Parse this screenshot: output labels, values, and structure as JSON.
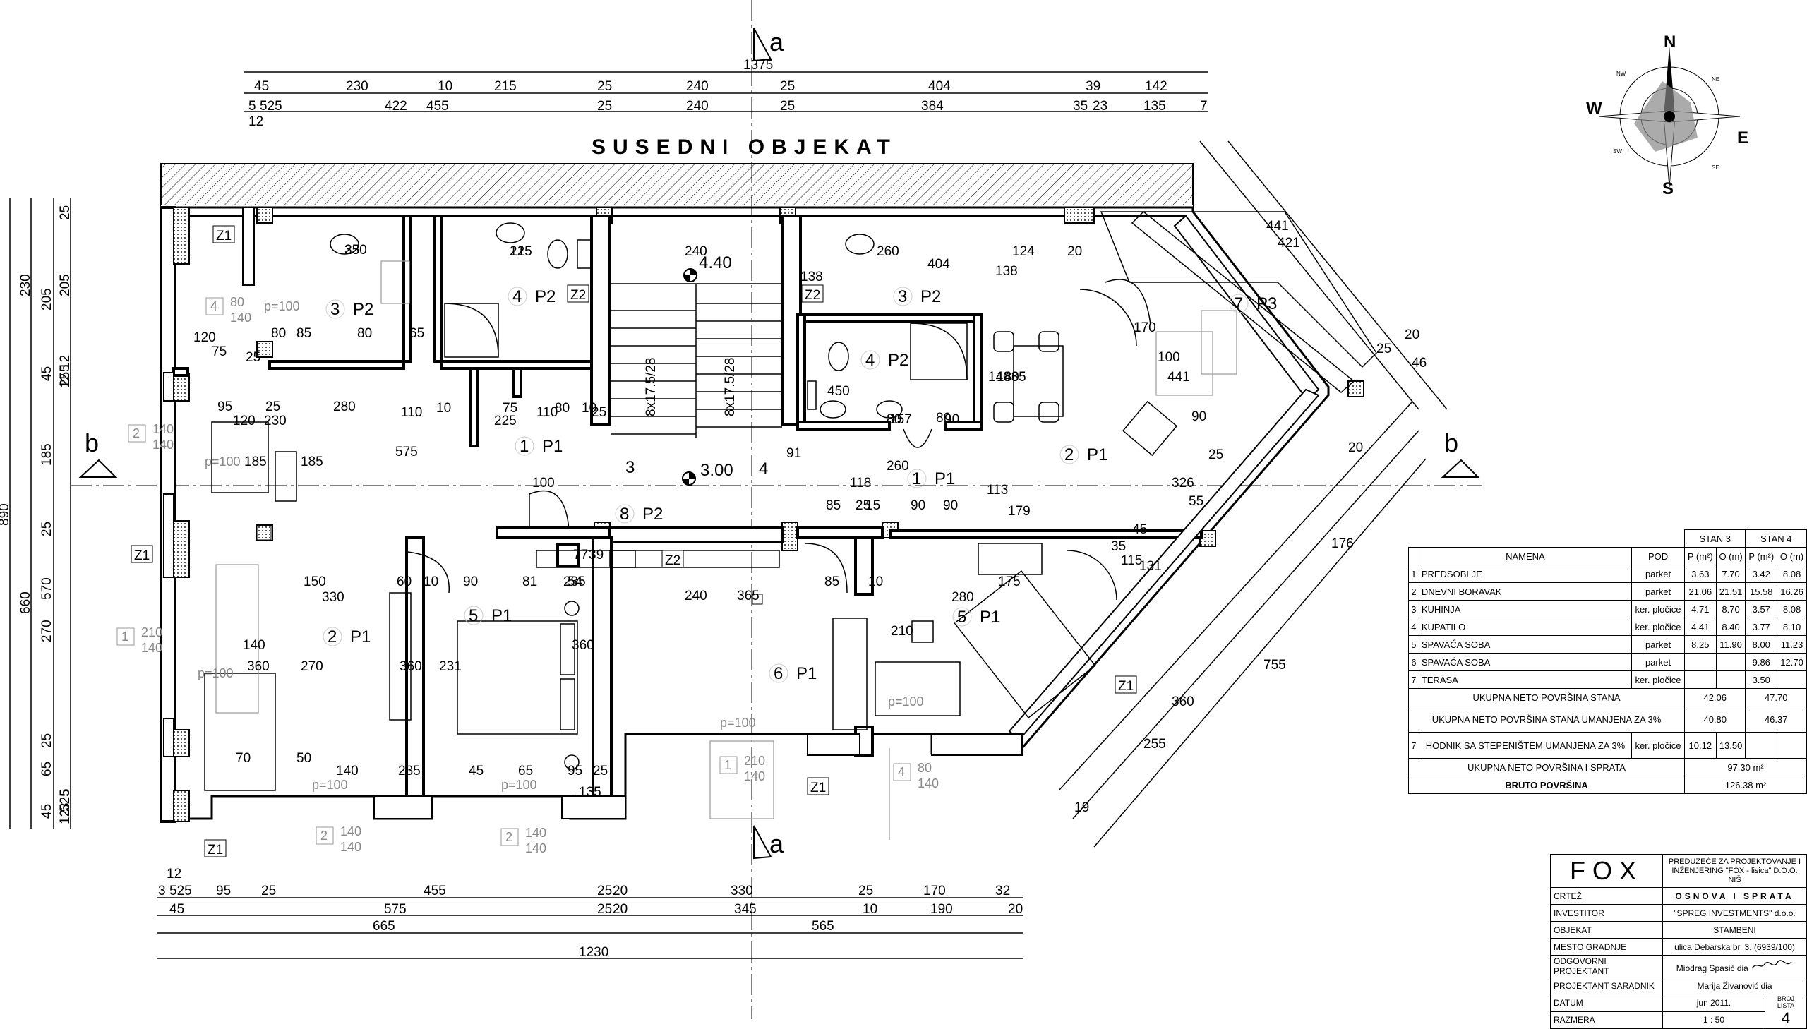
{
  "sheet": {
    "neighbor_label": "SUSEDNI OBJEKAT",
    "section_a": "a",
    "section_b": "b",
    "north": "N",
    "south": "S",
    "east": "E",
    "west": "W",
    "compass_ne": "NE",
    "compass_nw": "NW",
    "compass_se": "SE",
    "compass_sw": "SW"
  },
  "top_dims": {
    "total": "1375",
    "row1": [
      "45",
      "230",
      "10",
      "215",
      "25",
      "240",
      "25",
      "404",
      "39",
      "142"
    ],
    "row2": [
      "525",
      "422",
      "455",
      "25",
      "240",
      "25",
      "384",
      "35",
      "23",
      "135",
      "7"
    ],
    "row2_lead": "5",
    "small_12": "12"
  },
  "bottom_dims": {
    "row0": "12",
    "row1": [
      "3",
      "525",
      "95",
      "25",
      "455",
      "25",
      "20",
      "330",
      "25",
      "170",
      "32"
    ],
    "row2": [
      "45",
      "575",
      "25",
      "20",
      "345",
      "10",
      "190",
      "20"
    ],
    "row3": [
      "665",
      "565"
    ],
    "total": "1230"
  },
  "left_dims": {
    "outer": [
      "230",
      "660"
    ],
    "overall": "890",
    "mid": [
      "205",
      "45",
      "185",
      "25",
      "570",
      "270",
      "25",
      "65",
      "45"
    ],
    "inner": [
      "25",
      "205",
      "255",
      "12",
      "12",
      "5",
      "3",
      "525",
      "12"
    ]
  },
  "rooms": [
    {
      "id": "3",
      "code": "P2"
    },
    {
      "id": "4",
      "code": "P2"
    },
    {
      "id": "1",
      "code": "P1"
    },
    {
      "id": "2",
      "code": "P1"
    },
    {
      "id": "5",
      "code": "P1"
    },
    {
      "id": "8",
      "code": "P2"
    },
    {
      "id": "3",
      "code": "P2"
    },
    {
      "id": "4",
      "code": "P2"
    },
    {
      "id": "1",
      "code": "P1"
    },
    {
      "id": "2",
      "code": "P1"
    },
    {
      "id": "5",
      "code": "P1"
    },
    {
      "id": "6",
      "code": "P1"
    },
    {
      "id": "7",
      "code": "P3"
    }
  ],
  "levels": [
    "4.40",
    "3.00"
  ],
  "stairs": [
    "8x17.5/28",
    "8x17.5/28"
  ],
  "stair_nums": [
    "3",
    "4"
  ],
  "markers": [
    "Z1",
    "Z2",
    "Z2",
    "Z2",
    "Z1",
    "Z1",
    "Z1",
    "Z1",
    "Z2"
  ],
  "interior_dims": [
    "230",
    "215",
    "240",
    "260",
    "124",
    "20",
    "404",
    "138",
    "138",
    "120",
    "75",
    "25",
    "80",
    "85",
    "80",
    "65",
    "95",
    "25",
    "280",
    "110",
    "10",
    "75",
    "110",
    "80",
    "10",
    "25",
    "120",
    "230",
    "225",
    "91",
    "80",
    "90",
    "575",
    "185",
    "185",
    "260",
    "90",
    "85",
    "25",
    "15",
    "90",
    "179",
    "100",
    "118",
    "113",
    "150",
    "60",
    "10",
    "90",
    "81",
    "235",
    "54",
    "240",
    "365",
    "85",
    "10",
    "175",
    "280",
    "330",
    "360",
    "360",
    "231",
    "360",
    "270",
    "210",
    "140",
    "70",
    "50",
    "140",
    "235",
    "45",
    "65",
    "95",
    "25",
    "135",
    "441",
    "421",
    "170",
    "441",
    "326",
    "176",
    "755",
    "360",
    "255",
    "19",
    "20",
    "100",
    "25",
    "55",
    "45",
    "35",
    "115",
    "131",
    "90",
    "140",
    "180",
    "435",
    "450",
    "157",
    "80",
    "77",
    "39",
    "25",
    "20",
    "46",
    "35",
    "12"
  ],
  "note_p100": "p=100",
  "room_tags": [
    {
      "n": "4",
      "w": "80",
      "h": "140"
    },
    {
      "n": "2",
      "w": "140",
      "h": "140"
    },
    {
      "n": "1",
      "w": "210",
      "h": "140"
    },
    {
      "n": "1",
      "w": "210",
      "h": "140"
    },
    {
      "n": "4",
      "w": "80",
      "h": "140"
    },
    {
      "n": "2",
      "w": "140",
      "h": "140"
    },
    {
      "n": "2",
      "w": "140",
      "h": "140"
    }
  ],
  "area_table": {
    "header_stan3": "STAN 3",
    "header_stan4": "STAN 4",
    "col_namena": "NAMENA",
    "col_pod": "POD",
    "col_p": "P (m²)",
    "col_o": "O (m)",
    "rows": [
      {
        "n": "1",
        "name": "PREDSOBLJE",
        "pod": "parket",
        "p3": "3.63",
        "o3": "7.70",
        "p4": "3.42",
        "o4": "8.08"
      },
      {
        "n": "2",
        "name": "DNEVNI BORAVAK",
        "pod": "parket",
        "p3": "21.06",
        "o3": "21.51",
        "p4": "15.58",
        "o4": "16.26"
      },
      {
        "n": "3",
        "name": "KUHINJA",
        "pod": "ker. pločice",
        "p3": "4.71",
        "o3": "8.70",
        "p4": "3.57",
        "o4": "8.08"
      },
      {
        "n": "4",
        "name": "KUPATILO",
        "pod": "ker. pločice",
        "p3": "4.41",
        "o3": "8.40",
        "p4": "3.77",
        "o4": "8.10"
      },
      {
        "n": "5",
        "name": "SPAVAĆA SOBA",
        "pod": "parket",
        "p3": "8.25",
        "o3": "11.90",
        "p4": "8.00",
        "o4": "11.23"
      },
      {
        "n": "6",
        "name": "SPAVAĆA SOBA",
        "pod": "parket",
        "p3": "",
        "o3": "",
        "p4": "9.86",
        "o4": "12.70"
      },
      {
        "n": "7",
        "name": "TERASA",
        "pod": "ker. pločice",
        "p3": "",
        "o3": "",
        "p4": "3.50",
        "o4": ""
      }
    ],
    "total_label": "UKUPNA NETO POVRŠINA STANA",
    "total3": "42.06",
    "total4": "47.70",
    "reduced_label": "UKUPNA NETO POVRŠINA STANA UMANJENA ZA 3%",
    "reduced3": "40.80",
    "reduced4": "46.37",
    "hall_n": "7",
    "hall_label": "HODNIK SA STEPENIŠTEM UMANJENA ZA 3%",
    "hall_pod": "ker. pločice",
    "hall_p": "10.12",
    "hall_o": "13.50",
    "floor_label": "UKUPNA NETO POVRŠINA I SPRATA",
    "floor_val": "97.30 m²",
    "gross_label": "BRUTO POVRŠINA",
    "gross_val": "126.38 m²"
  },
  "title_block": {
    "logo": "FOX",
    "company": "PREDUZEĆE ZA PROJEKTOVANJE I INŽENJERING \"FOX - lisica\" D.O.O. NIŠ",
    "crtez_label": "CRTEŽ",
    "crtez": "OSNOVA I SPRATA",
    "investitor_label": "INVESTITOR",
    "investitor": "\"SPREG INVESTMENTS\" d.o.o.",
    "objekat_label": "OBJEKAT",
    "objekat": "STAMBENI",
    "mesto_label": "MESTO GRADNJE",
    "mesto": "ulica Debarska br. 3. (6939/100)",
    "odg_label": "ODGOVORNI PROJEKTANT",
    "odg": "Miodrag Spasić dia",
    "sar_label": "PROJEKTANT SARADNIK",
    "sar": "Marija Živanović dia",
    "datum_label": "DATUM",
    "datum": "jun 2011.",
    "razmera_label": "RAZMERA",
    "razmera": "1 : 50",
    "broj_label": "BROJ LISTA",
    "broj": "4"
  }
}
